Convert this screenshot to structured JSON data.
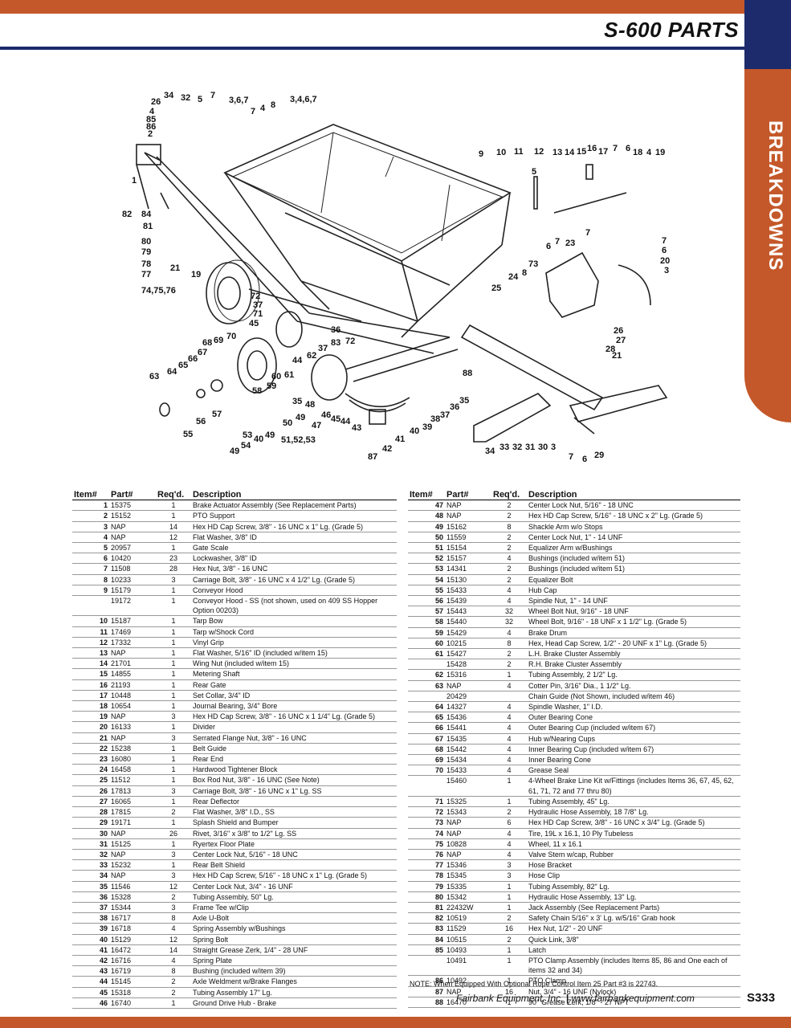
{
  "header": {
    "title": "S-600 PARTS",
    "side_tab": "BREAKDOWNS"
  },
  "diagram_labels": [
    "34",
    "32",
    "5",
    "7",
    "26",
    "4",
    "85",
    "86",
    "2",
    "3,6,7",
    "7",
    "4",
    "8",
    "3,4,6,7",
    "9",
    "10",
    "11",
    "12",
    "13",
    "14",
    "15",
    "16",
    "17",
    "7",
    "6",
    "18",
    "4",
    "19",
    "5",
    "1",
    "82",
    "84",
    "81",
    "80",
    "79",
    "78",
    "77",
    "21",
    "19",
    "74,75,76",
    "6",
    "7",
    "23",
    "7",
    "7",
    "6",
    "20",
    "3",
    "73",
    "25",
    "24",
    "8",
    "72",
    "37",
    "71",
    "45",
    "36",
    "72",
    "62",
    "37",
    "83",
    "44",
    "88",
    "68",
    "69",
    "70",
    "67",
    "66",
    "65",
    "64",
    "63",
    "60",
    "61",
    "58",
    "59",
    "35",
    "48",
    "46",
    "45",
    "44",
    "43",
    "57",
    "56",
    "55",
    "53",
    "50",
    "49",
    "40",
    "49",
    "51,52,53",
    "47",
    "41",
    "40",
    "39",
    "38",
    "37",
    "36",
    "35",
    "54",
    "87",
    "42",
    "26",
    "27",
    "28",
    "21",
    "34",
    "33",
    "32",
    "31",
    "30",
    "3",
    "7",
    "6",
    "29"
  ],
  "table": {
    "headers": {
      "item": "Item#",
      "part": "Part#",
      "req": "Req'd.",
      "desc": "Description"
    },
    "left": [
      [
        "1",
        "15375",
        "1",
        "Brake Actuator Assembly (See Replacement Parts)"
      ],
      [
        "2",
        "15152",
        "1",
        "PTO Support"
      ],
      [
        "3",
        "NAP",
        "14",
        "Hex HD Cap Screw, 3/8\" - 16 UNC x 1\" Lg. (Grade 5)"
      ],
      [
        "4",
        "NAP",
        "12",
        "Flat Washer, 3/8\" ID"
      ],
      [
        "5",
        "20957",
        "1",
        "Gate Scale"
      ],
      [
        "6",
        "10420",
        "23",
        "Lockwasher, 3/8\" ID"
      ],
      [
        "7",
        "11508",
        "28",
        "Hex Nut, 3/8\" - 16 UNC"
      ],
      [
        "8",
        "10233",
        "3",
        "Carriage Bolt, 3/8\" - 16 UNC x 4 1/2\" Lg. (Grade 5)"
      ],
      [
        "9",
        "15179",
        "1",
        "Conveyor Hood"
      ],
      [
        "",
        "19172",
        "1",
        "Conveyor Hood - SS (not shown, used on 409 SS Hopper Option 00203)"
      ],
      [
        "10",
        "15187",
        "1",
        "Tarp Bow"
      ],
      [
        "11",
        "17469",
        "1",
        "Tarp w/Shock Cord"
      ],
      [
        "12",
        "17332",
        "1",
        "Vinyl Grip"
      ],
      [
        "13",
        "NAP",
        "1",
        "Flat Washer, 5/16\" ID (included w/item 15)"
      ],
      [
        "14",
        "21701",
        "1",
        "Wing Nut (included w/item 15)"
      ],
      [
        "15",
        "14855",
        "1",
        "Metering Shaft"
      ],
      [
        "16",
        "21193",
        "1",
        "Rear Gate"
      ],
      [
        "17",
        "10448",
        "1",
        "Set Collar, 3/4\" ID"
      ],
      [
        "18",
        "10654",
        "1",
        "Journal Bearing, 3/4\" Bore"
      ],
      [
        "19",
        "NAP",
        "3",
        "Hex HD Cap Screw, 3/8\" - 16 UNC x 1 1/4\" Lg. (Grade 5)"
      ],
      [
        "20",
        "16133",
        "1",
        "Divider"
      ],
      [
        "21",
        "NAP",
        "3",
        "Serrated Flange Nut, 3/8\" - 16 UNC"
      ],
      [
        "22",
        "15238",
        "1",
        "Belt Guide"
      ],
      [
        "23",
        "16080",
        "1",
        "Rear End"
      ],
      [
        "24",
        "16458",
        "1",
        "Hardwood Tightener Block"
      ],
      [
        "25",
        "11512",
        "1",
        "Box Rod Nut, 3/8\" - 16 UNC (See Note)"
      ],
      [
        "26",
        "17813",
        "3",
        "Carriage Bolt, 3/8\" - 16 UNC x 1\" Lg. SS"
      ],
      [
        "27",
        "16065",
        "1",
        "Rear Deflector"
      ],
      [
        "28",
        "17815",
        "2",
        "Flat Washer, 3/8\" I.D., SS"
      ],
      [
        "29",
        "19171",
        "1",
        "Splash Shield and Bumper"
      ],
      [
        "30",
        "NAP",
        "26",
        "Rivet, 3/16\" x 3/8\" to 1/2\" Lg. SS"
      ],
      [
        "31",
        "15125",
        "1",
        "Ryertex Floor Plate"
      ],
      [
        "32",
        "NAP",
        "3",
        "Center Lock Nut, 5/16\" - 18 UNC"
      ],
      [
        "33",
        "15232",
        "1",
        "Rear Belt Shield"
      ],
      [
        "34",
        "NAP",
        "3",
        "Hex HD Cap Screw, 5/16\" - 18 UNC x 1\" Lg. (Grade 5)"
      ],
      [
        "35",
        "11546",
        "12",
        "Center Lock Nut, 3/4\" - 16 UNF"
      ],
      [
        "36",
        "15328",
        "2",
        "Tubing Assembly, 50\" Lg."
      ],
      [
        "37",
        "15344",
        "3",
        "Frame Tee w/Clip"
      ],
      [
        "38",
        "16717",
        "8",
        "Axle U-Bolt"
      ],
      [
        "39",
        "16718",
        "4",
        "Spring Assembly w/Bushings"
      ],
      [
        "40",
        "15129",
        "12",
        "Spring Bolt"
      ],
      [
        "41",
        "16472",
        "14",
        "Straight Grease Zerk, 1/4\" - 28 UNF"
      ],
      [
        "42",
        "16716",
        "4",
        "Spring Plate"
      ],
      [
        "43",
        "16719",
        "8",
        "Bushing (included w/item 39)"
      ],
      [
        "44",
        "15145",
        "2",
        "Axle Weldment w/Brake Flanges"
      ],
      [
        "45",
        "15318",
        "2",
        "Tubing Assembly 17\" Lg."
      ],
      [
        "46",
        "16740",
        "1",
        "Ground Drive Hub - Brake"
      ]
    ],
    "right": [
      [
        "47",
        "NAP",
        "2",
        "Center Lock Nut, 5/16\" - 18 UNC"
      ],
      [
        "48",
        "NAP",
        "2",
        "Hex HD Cap Screw, 5/16\" - 18 UNC x 2\" Lg. (Grade 5)"
      ],
      [
        "49",
        "15162",
        "8",
        "Shackle Arm w/o Stops"
      ],
      [
        "50",
        "11559",
        "2",
        "Center Lock Nut, 1\" - 14 UNF"
      ],
      [
        "51",
        "15154",
        "2",
        "Equalizer Arm w/Bushings"
      ],
      [
        "52",
        "15157",
        "4",
        "Bushings (included w/item 51)"
      ],
      [
        "53",
        "14341",
        "2",
        "Bushings (included w/item 51)"
      ],
      [
        "54",
        "15130",
        "2",
        "Equalizer Bolt"
      ],
      [
        "55",
        "15433",
        "4",
        "Hub Cap"
      ],
      [
        "56",
        "15439",
        "4",
        "Spindle Nut, 1\" - 14 UNF"
      ],
      [
        "57",
        "15443",
        "32",
        "Wheel Bolt Nut, 9/16\" - 18 UNF"
      ],
      [
        "58",
        "15440",
        "32",
        "Wheel Bolt, 9/16\" - 18 UNF x 1 1/2\" Lg. (Grade 5)"
      ],
      [
        "59",
        "15429",
        "4",
        "Brake Drum"
      ],
      [
        "60",
        "10215",
        "8",
        "Hex, Head Cap Screw, 1/2\" - 20 UNF x 1\" Lg. (Grade 5)"
      ],
      [
        "61",
        "15427",
        "2",
        "L.H. Brake Cluster Assembly"
      ],
      [
        "",
        "15428",
        "2",
        "R.H. Brake Cluster Assembly"
      ],
      [
        "62",
        "15316",
        "1",
        "Tubing Assembly, 2 1/2\" Lg."
      ],
      [
        "63",
        "NAP",
        "4",
        "Cotter Pin, 3/16\" Dia., 1 1/2\" Lg."
      ],
      [
        "",
        "20429",
        "",
        "Chain Guide (Not Shown, included w/item 46)"
      ],
      [
        "64",
        "14327",
        "4",
        "Spindle Washer, 1\" I.D."
      ],
      [
        "65",
        "15436",
        "4",
        "Outer Bearing Cone"
      ],
      [
        "66",
        "15441",
        "4",
        "Outer Bearing Cup (included w/item 67)"
      ],
      [
        "67",
        "15435",
        "4",
        "Hub w/Nearing Cups"
      ],
      [
        "68",
        "15442",
        "4",
        "Inner Bearing Cup (included w/item 67)"
      ],
      [
        "69",
        "15434",
        "4",
        "Inner Bearing Cone"
      ],
      [
        "70",
        "15433",
        "4",
        "Grease Seal"
      ],
      [
        "",
        "15460",
        "1",
        "4-Wheel Brake Line Kit w/Fittings (includes Items 36, 67, 45, 62, 61, 71, 72 and 77 thru 80)"
      ],
      [
        "71",
        "15325",
        "1",
        "Tubing Assembly, 45\" Lg."
      ],
      [
        "72",
        "15343",
        "2",
        "Hydraulic Hose Assembly, 18 7/8\" Lg."
      ],
      [
        "73",
        "NAP",
        "6",
        "Hex HD Cap Screw, 3/8\" - 16 UNC x 3/4\" Lg. (Grade 5)"
      ],
      [
        "74",
        "NAP",
        "4",
        "Tire, 19L x 16.1, 10 Ply Tubeless"
      ],
      [
        "75",
        "10828",
        "4",
        "Wheel, 11 x 16.1"
      ],
      [
        "76",
        "NAP",
        "4",
        "Valve Stem w/cap, Rubber"
      ],
      [
        "77",
        "15346",
        "3",
        "Hose Bracket"
      ],
      [
        "78",
        "15345",
        "3",
        "Hose Clip"
      ],
      [
        "79",
        "15335",
        "1",
        "Tubing Assembly, 82\" Lg."
      ],
      [
        "80",
        "15342",
        "1",
        "Hydraulic Hose Assembly, 13\" Lg."
      ],
      [
        "81",
        "22432W",
        "1",
        "Jack Assembly (See Replacement Parts)"
      ],
      [
        "82",
        "10519",
        "2",
        "Safety Chain 5/16\" x 3' Lg. w/5/16\" Grab hook"
      ],
      [
        "83",
        "11529",
        "16",
        "Hex Nut, 1/2\" - 20 UNF"
      ],
      [
        "84",
        "10515",
        "2",
        "Quick Link, 3/8\""
      ],
      [
        "85",
        "10493",
        "1",
        "Latch"
      ],
      [
        "",
        "10491",
        "1",
        "PTO Clamp Assembly (includes Items 85, 86 and One each of items 32 and 34)"
      ],
      [
        "86",
        "10492",
        "1",
        "PTO Clamp"
      ],
      [
        "87",
        "NAP",
        "16",
        "Nut, 3/4\" - 16 UNF (Nylock)"
      ],
      [
        "88",
        "16470",
        "1",
        "90° Grease Zerk, 1/8\" - 27 NPT"
      ]
    ]
  },
  "note": "NOTE: When Equipped With Optional Rope Control Item 25 Part #3 is 22743.",
  "footer": {
    "company": "Fairbank Equipment, Inc.",
    "separator": "|",
    "url": "www.fairbankequipment.com",
    "page": "S333"
  },
  "colors": {
    "accent_orange": "#c4582a",
    "accent_navy": "#1d2a6b"
  }
}
